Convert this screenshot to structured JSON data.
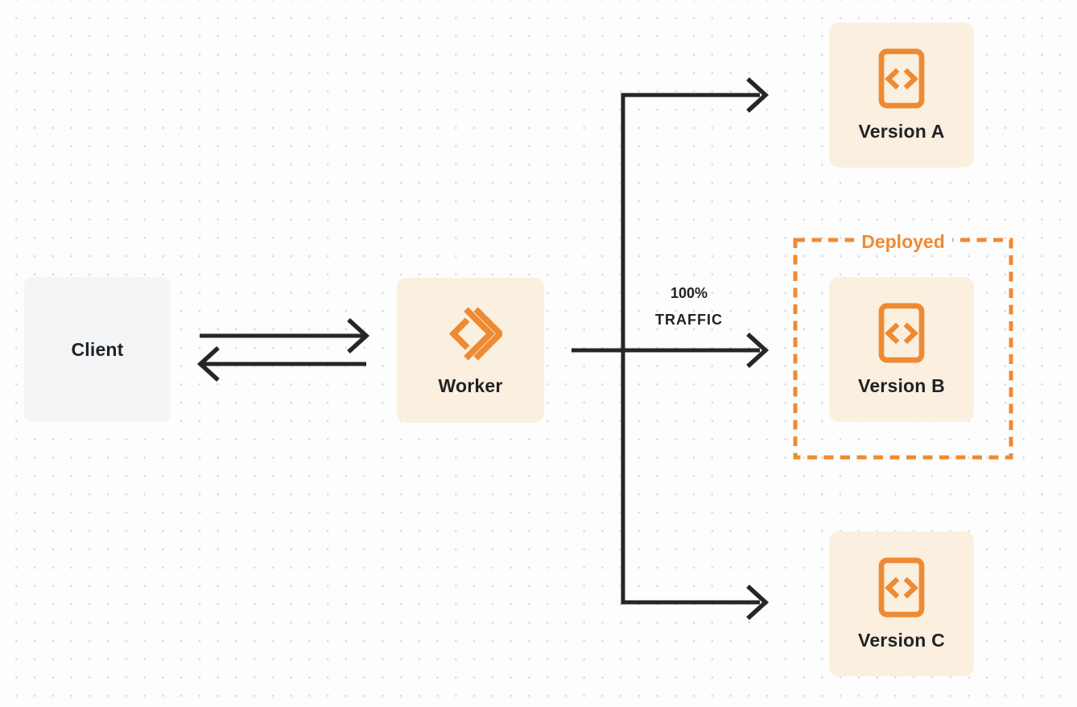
{
  "colors": {
    "accent": "#EE8A33",
    "node_bg": "#FBEFDF",
    "client_bg": "#F4F5F6",
    "wire": "#242628",
    "text": "#202326",
    "page_bg": "#FDFDFD",
    "dot": "#DCDDDE"
  },
  "nodes": {
    "client": {
      "label": "Client"
    },
    "worker": {
      "label": "Worker",
      "icon": "cloudflare-workers-icon"
    },
    "version_a": {
      "label": "Version A",
      "icon": "code-file-icon"
    },
    "version_b": {
      "label": "Version B",
      "icon": "code-file-icon"
    },
    "version_c": {
      "label": "Version C",
      "icon": "code-file-icon"
    }
  },
  "deployed": {
    "label": "Deployed",
    "encloses": "Version B"
  },
  "traffic": {
    "line1": "100%",
    "line2": "TRAFFIC"
  },
  "edges": [
    {
      "from": "Client",
      "to": "Worker",
      "direction": "both"
    },
    {
      "from": "Worker",
      "to": "Version A",
      "direction": "one-way"
    },
    {
      "from": "Worker",
      "to": "Version B",
      "direction": "one-way",
      "label": "100% TRAFFIC"
    },
    {
      "from": "Worker",
      "to": "Version C",
      "direction": "one-way"
    }
  ]
}
